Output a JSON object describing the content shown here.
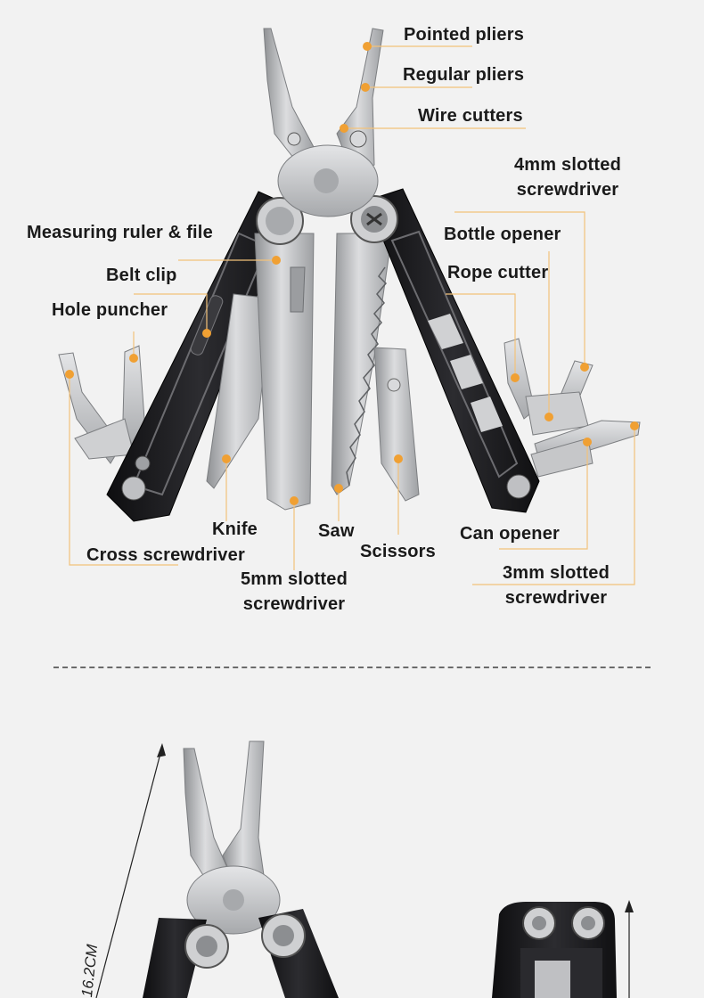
{
  "labels": {
    "pointed_pliers": "Pointed pliers",
    "regular_pliers": "Regular pliers",
    "wire_cutters": "Wire cutters",
    "slot4_line1": "4mm slotted",
    "slot4_line2": "screwdriver",
    "measuring_ruler": "Measuring ruler & file",
    "bottle_opener": "Bottle opener",
    "belt_clip": "Belt clip",
    "rope_cutter": "Rope cutter",
    "hole_puncher": "Hole puncher",
    "knife": "Knife",
    "saw": "Saw",
    "can_opener": "Can opener",
    "cross_screwdriver": "Cross screwdriver",
    "scissors": "Scissors",
    "slot5_line1": "5mm slotted",
    "slot5_line2": "screwdriver",
    "slot3_line1": "3mm slotted",
    "slot3_line2": "screwdriver"
  },
  "measurement": "16.2CM",
  "colors": {
    "background": "#f2f2f2",
    "accent_orange": "#f0a033",
    "leader_line": "#f3c27a",
    "handle_black": "#1c1c1e",
    "steel": "#c3c4c6",
    "text": "#1a1a1a"
  }
}
